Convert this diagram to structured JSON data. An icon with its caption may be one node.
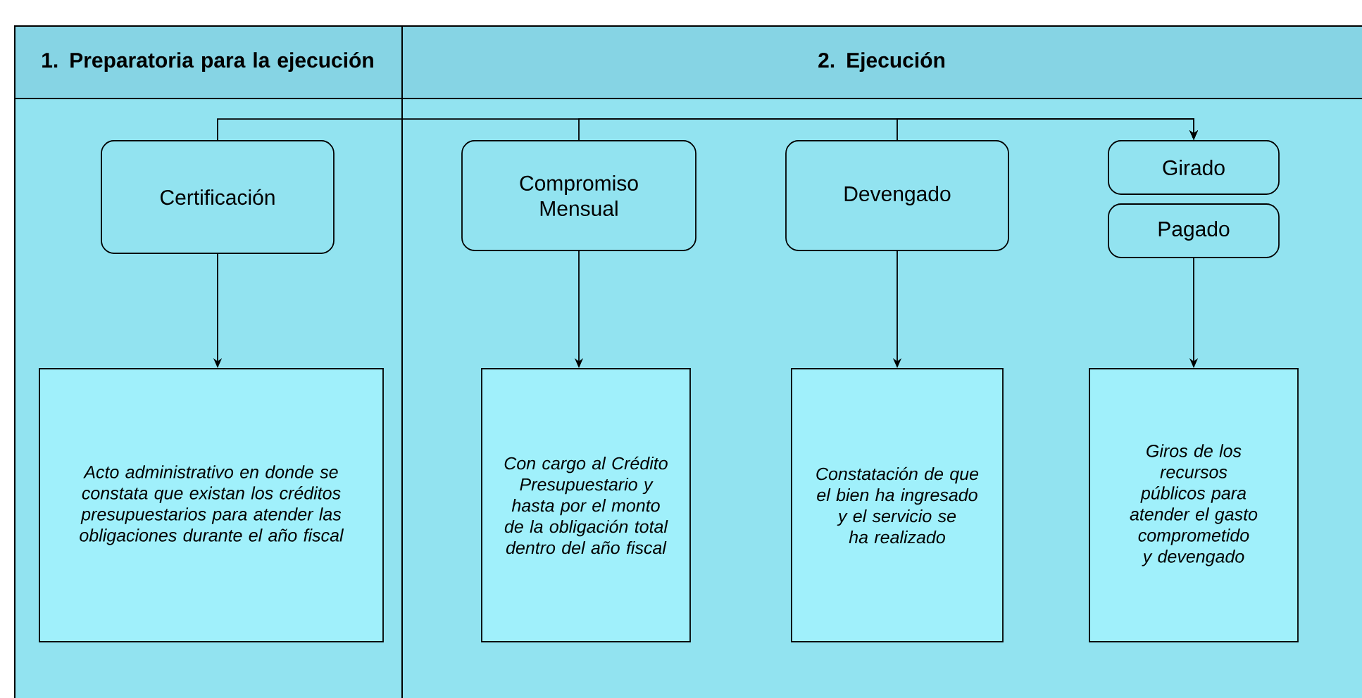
{
  "diagram": {
    "nodes": [
      {
        "text": [
          "1. Preparatoria para la ejecución"
        ]
      },
      {
        "text": [
          "2. Ejecución"
        ]
      },
      {
        "text": [
          "Certificación"
        ],
        "in": 0
      },
      {
        "text": [
          "Compromiso Mensual"
        ],
        "in": 1
      },
      {
        "text": [
          "Devengado"
        ],
        "in": 1
      },
      {
        "text": [
          "Girado"
        ],
        "in": 1
      },
      {
        "text": [
          "Pagado"
        ],
        "in": 1
      },
      {
        "text": [
          "Acto administrativo en donde se constata que existan los créditos presupuestarios para atender las obligaciones durante el año fiscal"
        ],
        "in": 0
      },
      {
        "text": [
          "Con cargo al Crédito Presupuestario y hasta por el monto de la obligación total dentro del año fiscal"
        ],
        "in": 1
      },
      {
        "text": [
          "Constatación de que el bien ha ingresado y el servicio se ha realizado"
        ],
        "in": 1
      },
      {
        "text": [
          "Giros de los recursos públicos para atender el gasto comprometido y devengado"
        ],
        "in": 1
      }
    ],
    "edges": [
      {
        "from": 2,
        "to": 5,
        "arrow": "to"
      },
      {
        "from": 3,
        "to": 5,
        "arrow": "to"
      },
      {
        "from": 4,
        "to": 5,
        "arrow": "to"
      },
      {
        "from": 2,
        "to": 7,
        "arrow": "to"
      },
      {
        "from": 3,
        "to": 8,
        "arrow": "to"
      },
      {
        "from": 4,
        "to": 9,
        "arrow": "to"
      },
      {
        "from": 6,
        "to": 10,
        "arrow": "to"
      }
    ]
  }
}
